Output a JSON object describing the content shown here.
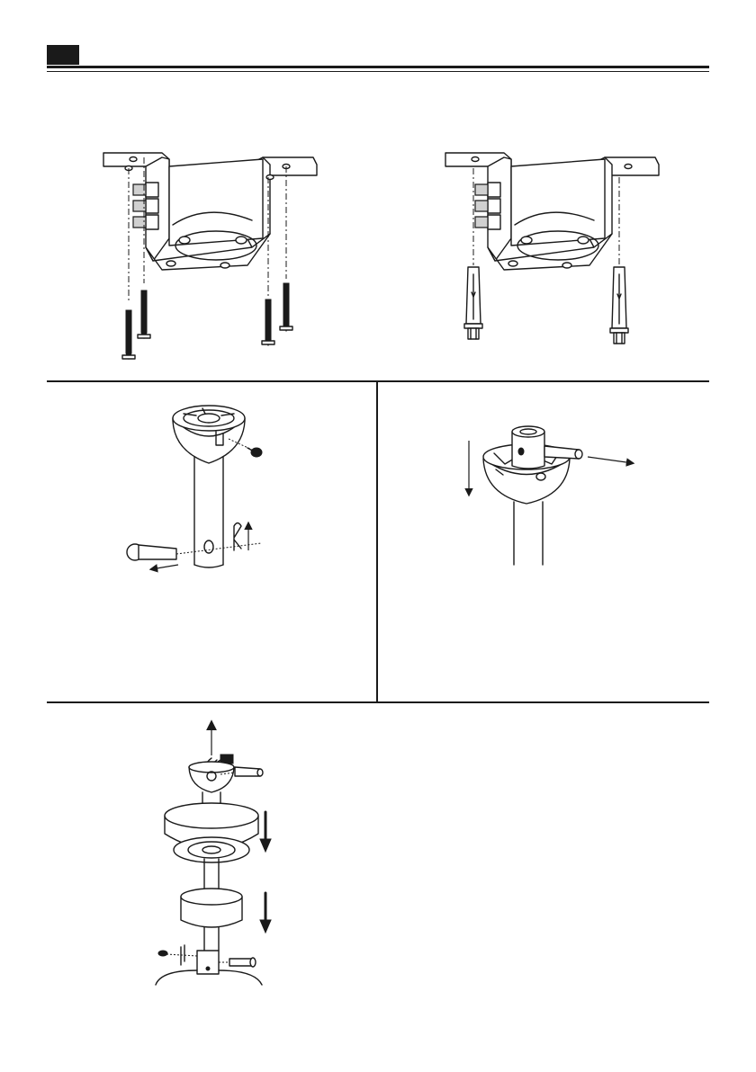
{
  "page": {
    "section_tab_label": "",
    "figures": [
      {
        "name": "bracket-with-wood-screws"
      },
      {
        "name": "bracket-with-expansion-anchors"
      },
      {
        "name": "downrod-ball-removal"
      },
      {
        "name": "ball-pin-insertion"
      },
      {
        "name": "downrod-assembly"
      }
    ],
    "colors": {
      "ink": "#1a1a1a",
      "paper": "#ffffff",
      "shade": "#d0d0d0"
    }
  }
}
